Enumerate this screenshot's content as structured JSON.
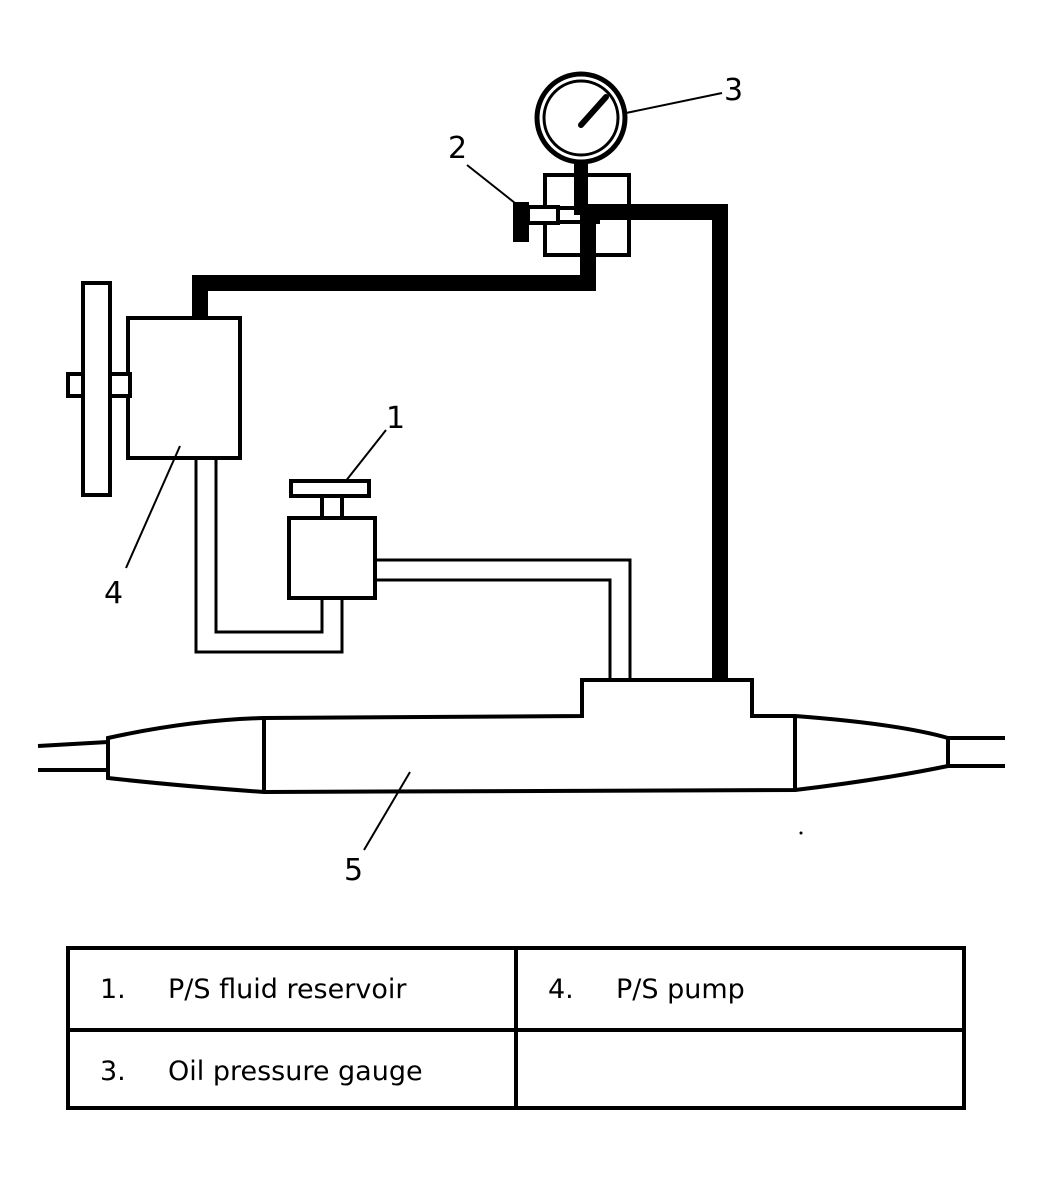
{
  "diagram": {
    "callouts": {
      "c1": "1",
      "c2": "2",
      "c3": "3",
      "c4": "4",
      "c5": "5"
    }
  },
  "legend": {
    "rows": [
      [
        {
          "num": "1.",
          "label": "P/S fluid reservoir"
        },
        {
          "num": "4.",
          "label": "P/S pump"
        }
      ],
      [
        {
          "num": "3.",
          "label": "Oil pressure gauge"
        },
        {
          "num": "",
          "label": ""
        }
      ]
    ]
  },
  "colors": {
    "line": "#000000",
    "background": "#ffffff"
  }
}
